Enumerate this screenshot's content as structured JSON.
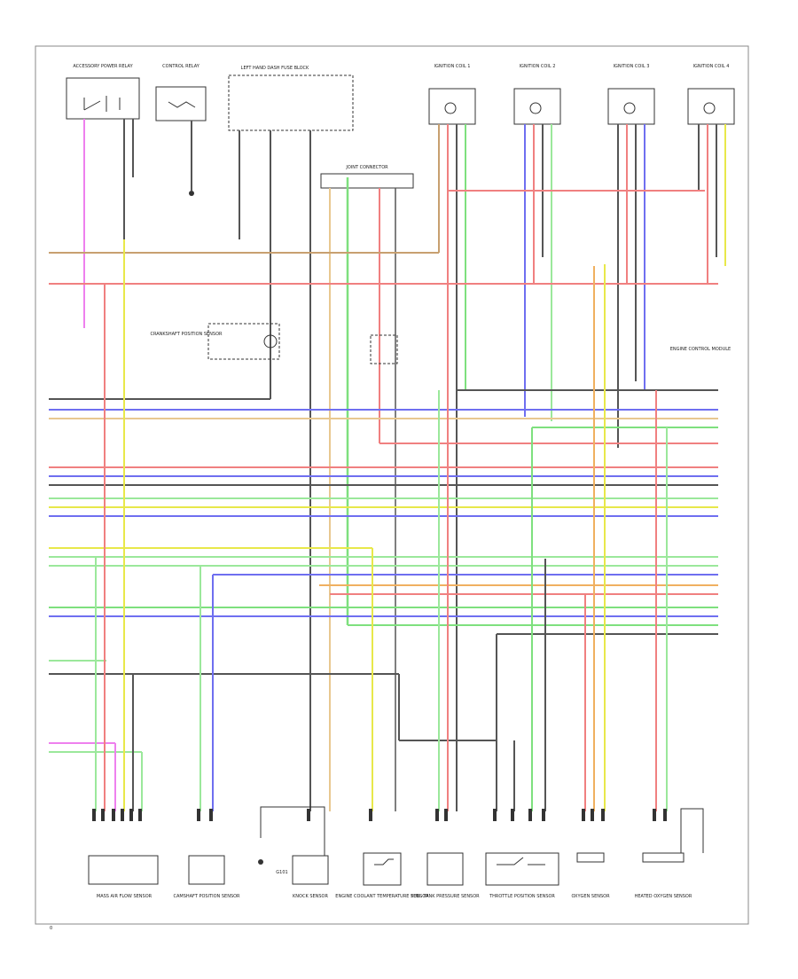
{
  "diagram": {
    "footer_ref": "0",
    "top_components": [
      {
        "id": "tc1",
        "label": "ACCESSORY POWER RELAY"
      },
      {
        "id": "tc2",
        "label": "CONTROL RELAY"
      },
      {
        "id": "tc3",
        "label": "LEFT HAND DASH FUSE BLOCK"
      },
      {
        "id": "tc4",
        "label": "IGNITION COIL 1"
      },
      {
        "id": "tc5",
        "label": "IGNITION COIL 2"
      },
      {
        "id": "tc6",
        "label": "IGNITION COIL 3"
      },
      {
        "id": "tc7",
        "label": "IGNITION COIL 4"
      }
    ],
    "mid_components": [
      {
        "id": "mc1",
        "label": "CRANKSHAFT POSITION SENSOR"
      },
      {
        "id": "mc2",
        "label": "JOINT CONNECTOR"
      },
      {
        "id": "mc3",
        "label": "ENGINE CONTROL MODULE"
      }
    ],
    "bottom_components": [
      {
        "id": "bc1",
        "label": "MASS AIR FLOW SENSOR"
      },
      {
        "id": "bc2",
        "label": "CAMSHAFT POSITION SENSOR"
      },
      {
        "id": "bc3",
        "label": "KNOCK SENSOR"
      },
      {
        "id": "bc4",
        "label": "ENGINE COOLANT TEMPERATURE SENSOR"
      },
      {
        "id": "bc5",
        "label": "FUEL TANK PRESSURE SENSOR"
      },
      {
        "id": "bc6",
        "label": "THROTTLE POSITION SENSOR"
      },
      {
        "id": "bc7",
        "label": "OXYGEN SENSOR"
      },
      {
        "id": "bc8",
        "label": "HEATED OXYGEN SENSOR"
      }
    ],
    "ground_label": "G101",
    "wire_colors": {
      "yel": "#e8e84a",
      "red": "#f08080",
      "grn": "#7ee07e",
      "blu": "#6f6ff0",
      "org": "#f0b060",
      "pnk": "#ee80ee",
      "brn": "#c8a070",
      "gry": "#555555",
      "lt_grn": "#9be89b",
      "tan": "#e8c890"
    }
  }
}
